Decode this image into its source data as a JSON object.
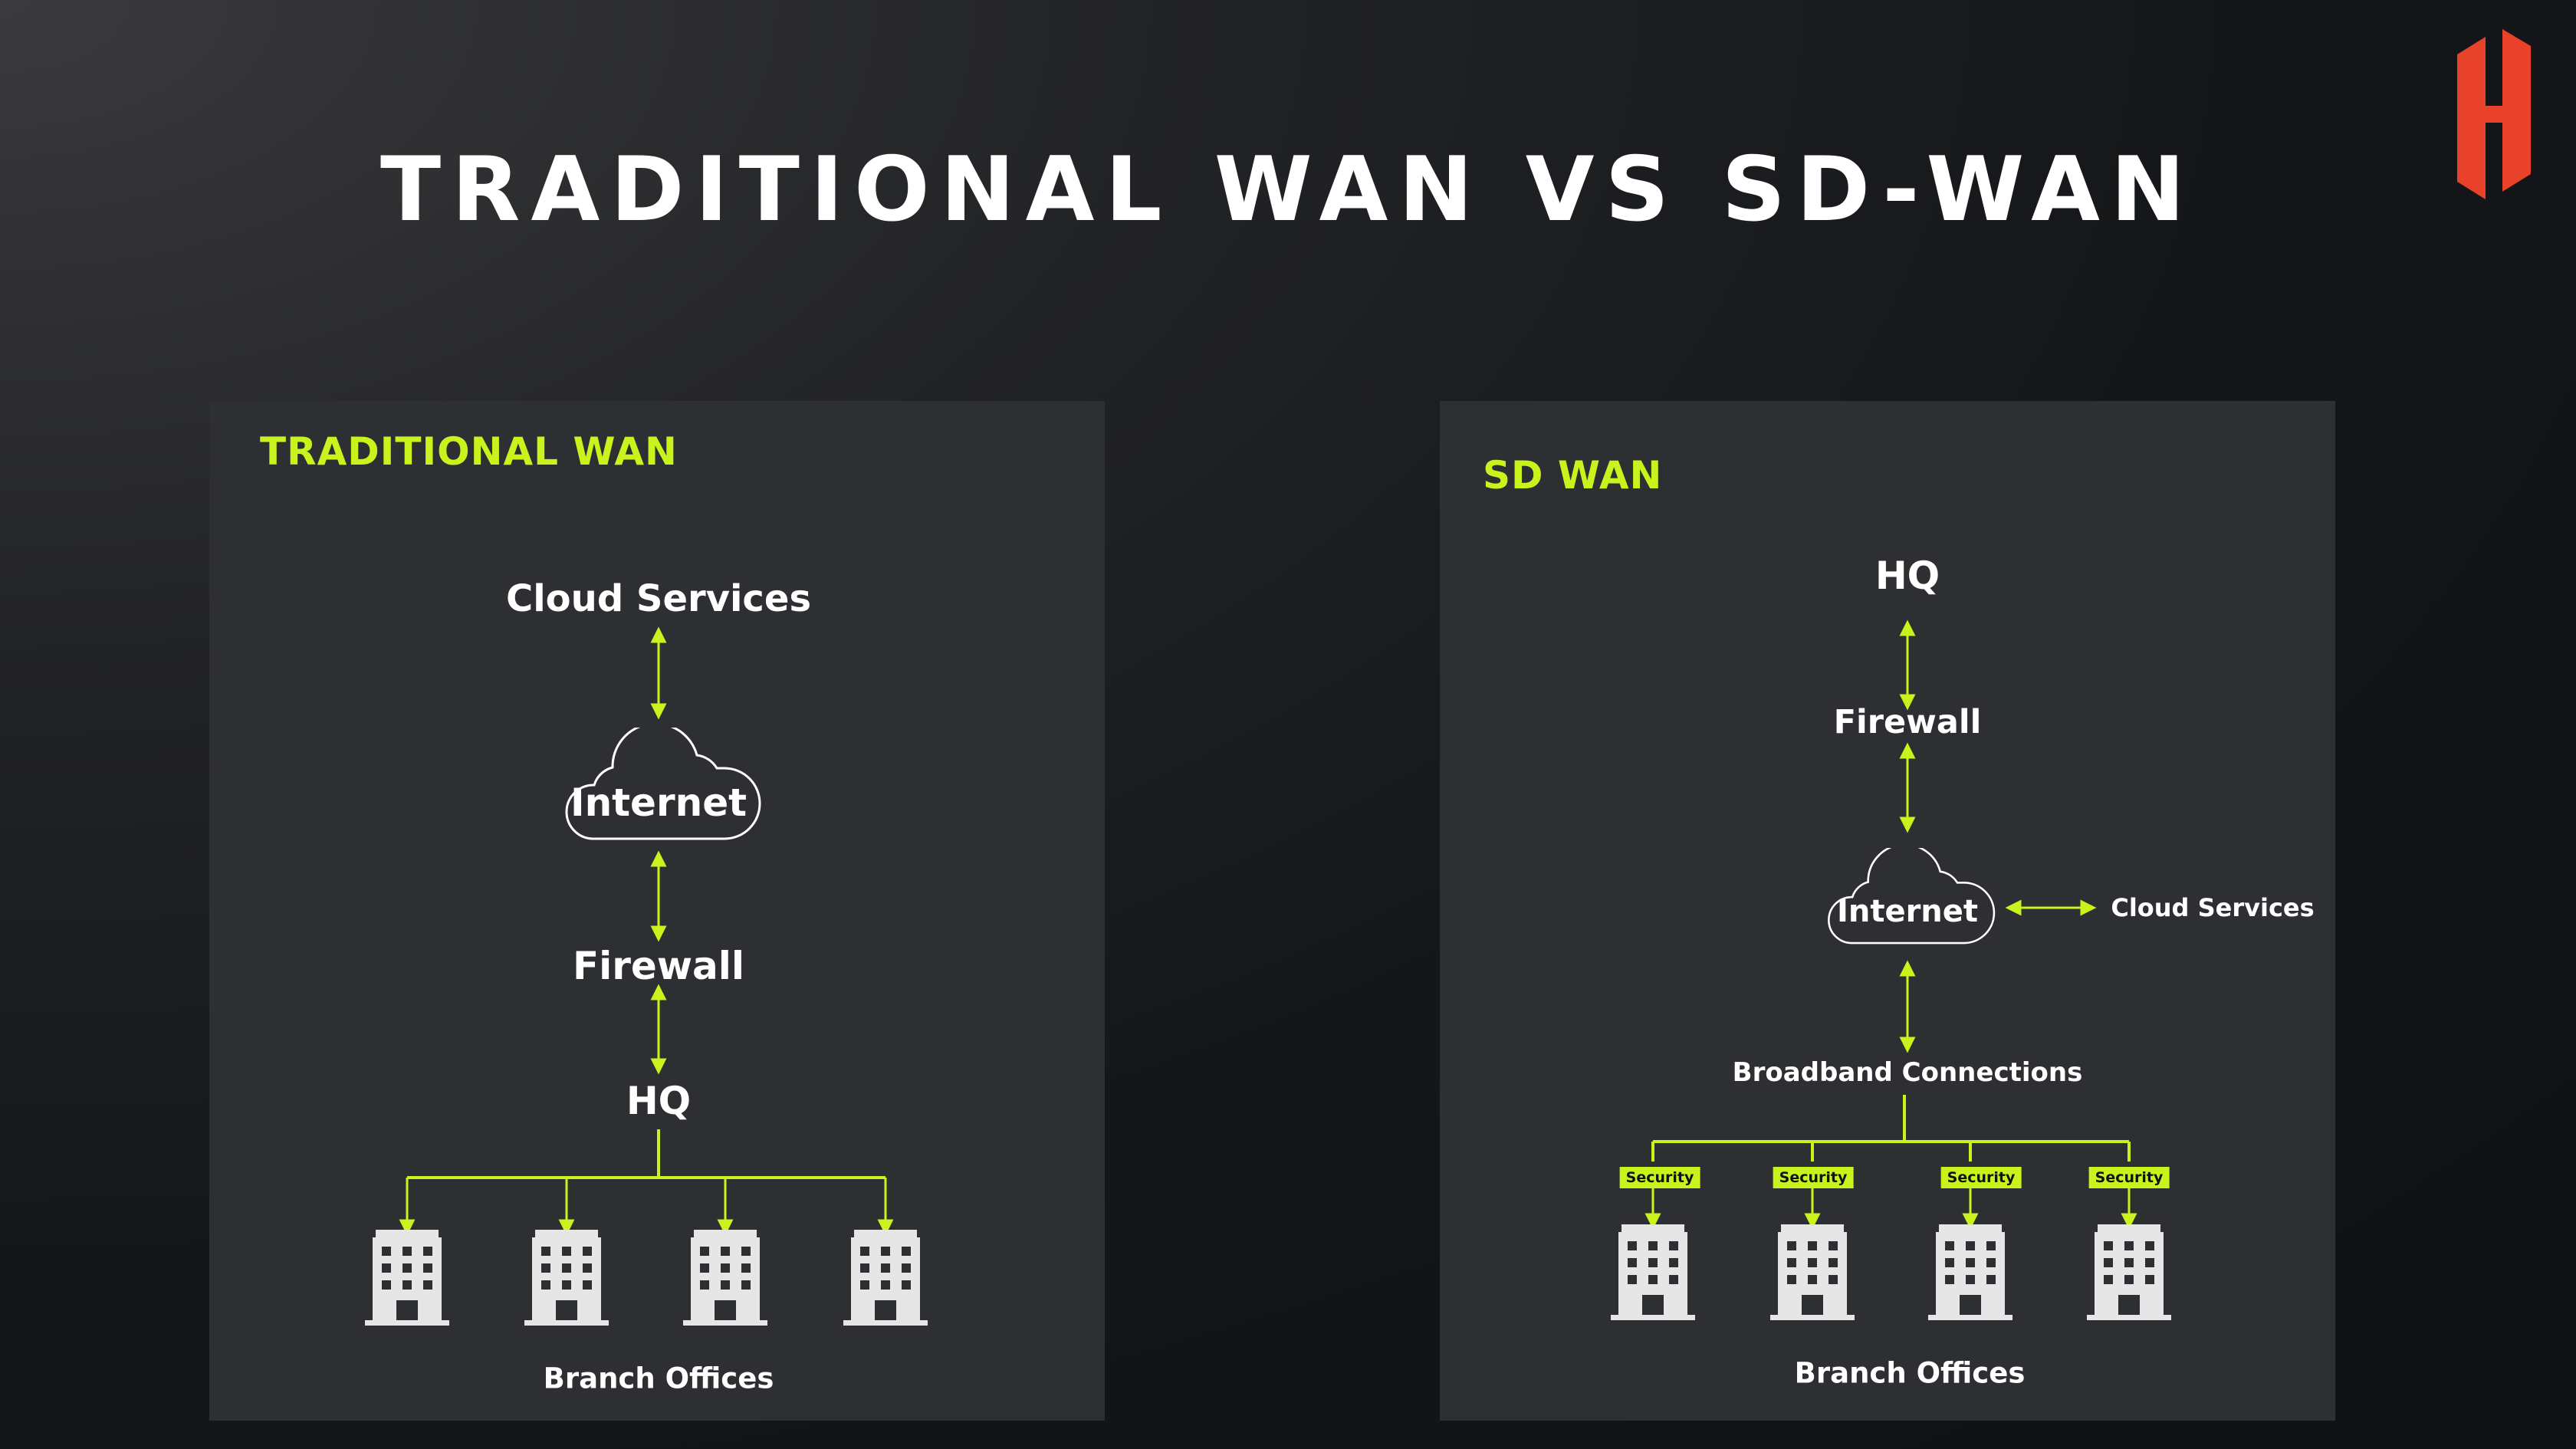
{
  "title": "TRADITIONAL WAN VS SD-WAN",
  "colors": {
    "accent": "#c9f31d",
    "logo": "#e8432a",
    "panel": "#2e2f32",
    "text": "#ffffff"
  },
  "logo_icon": "hashicorp-logo",
  "traditional": {
    "heading": "TRADITIONAL WAN",
    "cloud_services": "Cloud Services",
    "internet": "Internet",
    "firewall": "Firewall",
    "hq": "HQ",
    "branch_offices": "Branch Offices",
    "building_icon": "office-building-icon"
  },
  "sdwan": {
    "heading": "SD WAN",
    "hq": "HQ",
    "firewall": "Firewall",
    "internet": "Internet",
    "cloud_services": "Cloud Services",
    "broadband": "Broadband Connections",
    "security": [
      "Security",
      "Security",
      "Security",
      "Security"
    ],
    "branch_offices": "Branch Offices",
    "building_icon": "office-building-icon"
  }
}
